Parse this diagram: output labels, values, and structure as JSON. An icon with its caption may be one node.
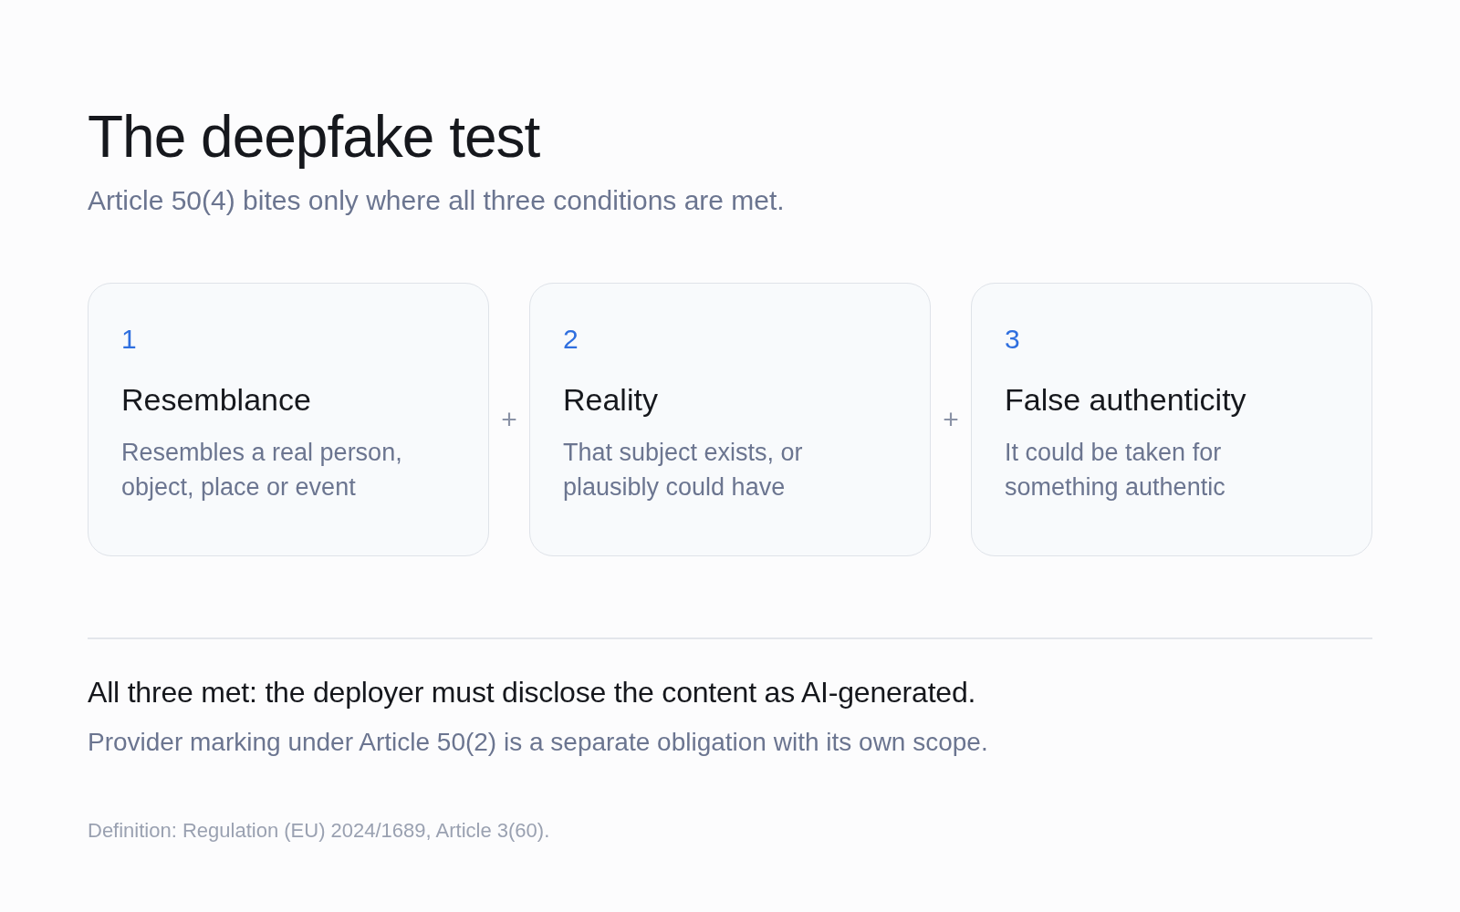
{
  "diagram": {
    "title": "The deepfake test",
    "nodes": [
      {
        "text": [
          "1",
          "Resemblance",
          "Resembles a real person, object, place or event"
        ]
      },
      {
        "text": [
          "2",
          "Reality",
          "That subject exists, or plausibly could have"
        ]
      },
      {
        "text": [
          "3",
          "False authenticity",
          "It could be taken for something authentic"
        ]
      }
    ],
    "labels": [
      "Article 50(4) bites only where all three conditions are met.",
      "+",
      "+",
      "All three met: the deployer must disclose the content as AI-generated.",
      "Provider marking under Article 50(2) is a separate obligation with its own scope.",
      "Definition: Regulation (EU) 2024/1689, Article 3(60)."
    ]
  }
}
